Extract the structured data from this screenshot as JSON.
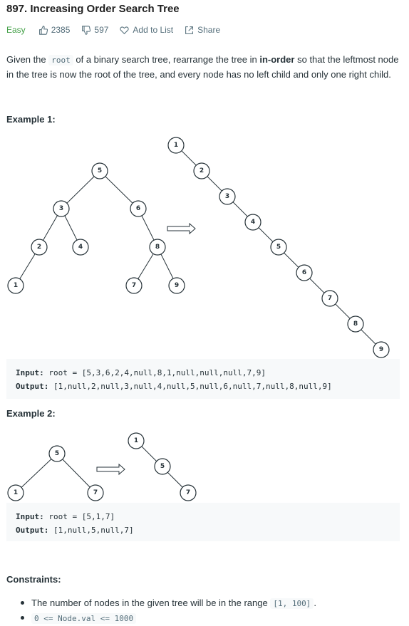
{
  "problem": {
    "title": "897. Increasing Order Search Tree",
    "difficulty": "Easy",
    "likes": "2385",
    "dislikes": "597",
    "add_to_list": "Add to List",
    "share": "Share"
  },
  "description": {
    "p1": "Given the ",
    "code_root": "root",
    "p2": " of a binary search tree, rearrange the tree in ",
    "bold": "in-order",
    "p3": " so that the leftmost node in the tree is now the root of the tree, and every node has no left child and only one right child."
  },
  "example1": {
    "heading": "Example 1:",
    "input_label": "Input:",
    "input_value": "root = [5,3,6,2,4,null,8,1,null,null,null,7,9]",
    "output_label": "Output:",
    "output_value": "[1,null,2,null,3,null,4,null,5,null,6,null,7,null,8,null,9]",
    "tree_before": [
      "5",
      "3",
      "6",
      "2",
      "4",
      "8",
      "1",
      "7",
      "9"
    ],
    "tree_after": [
      "1",
      "2",
      "3",
      "4",
      "5",
      "6",
      "7",
      "8",
      "9"
    ]
  },
  "example2": {
    "heading": "Example 2:",
    "input_label": "Input:",
    "input_value": "root = [5,1,7]",
    "output_label": "Output:",
    "output_value": "[1,null,5,null,7]",
    "tree_before": [
      "5",
      "1",
      "7"
    ],
    "tree_after": [
      "1",
      "5",
      "7"
    ]
  },
  "constraints": {
    "heading": "Constraints:",
    "c1_text": "The number of nodes in the given tree will be in the range ",
    "c1_code": "[1, 100]",
    "c1_end": ".",
    "c2_code": "0 <= Node.val <= 1000"
  },
  "colors": {
    "easy": "#43a047",
    "text": "#263238",
    "muted": "#546e7a",
    "codebg": "#f7f9fa"
  },
  "icons": [
    "thumbs-up-icon",
    "thumbs-down-icon",
    "heart-icon",
    "share-icon",
    "arrow-right-icon"
  ]
}
